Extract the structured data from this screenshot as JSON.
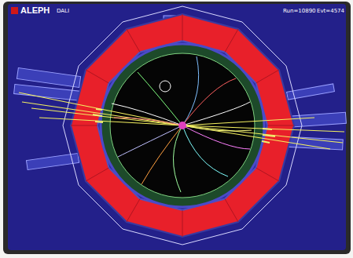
{
  "diagram": {
    "labels": [
      "ALEPH",
      "DALI",
      "Run=10890",
      "Evt=4574"
    ]
  }
}
